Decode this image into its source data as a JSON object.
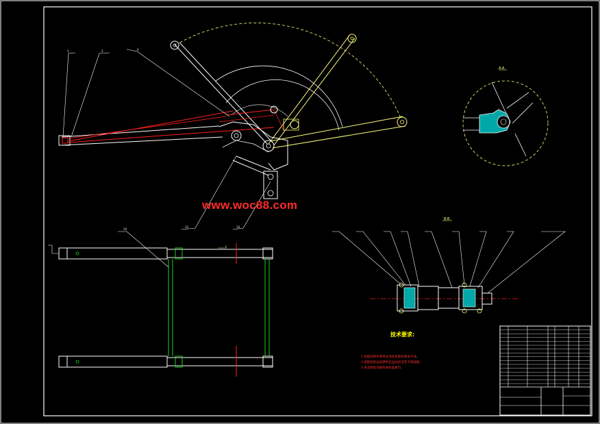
{
  "watermark": "www.woc88.com",
  "tech_notes": {
    "title": "技术要求:",
    "lines": [
      "1.装配前所有零件必须去毛刺并清洗干净。",
      "2.装配后各运动部件应运动灵活无卡滞现象。",
      "3.未注明处均按有关标准执行。"
    ]
  },
  "section_labels": {
    "detail": "A-A",
    "section": "B-B"
  },
  "colors": {
    "background": "#000000",
    "frame": "#ffffff",
    "structure": "#ffff80",
    "cylinder": "#ff2020",
    "center_line": "#ff2020",
    "hatch": "#00c8c8",
    "frame_green": "#20d020"
  }
}
